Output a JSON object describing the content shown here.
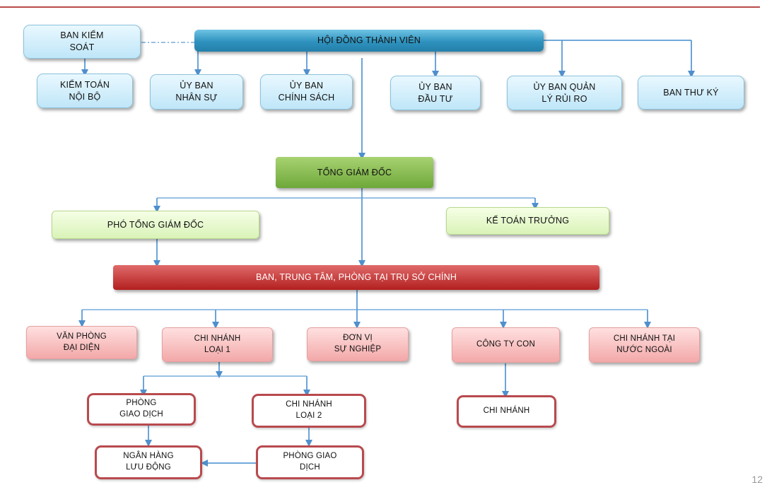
{
  "boxes": {
    "ban_kiem_soat": "BAN KIỂM\nSOÁT",
    "hoi_dong_thanh_vien": "HỘI ĐỒNG THÀNH VIÊN",
    "kiem_toan_noi_bo": "KIỂM TOÁN\nNỘI BỘ",
    "uy_ban_nhan_su": "ỦY BAN\nNHÂN SỰ",
    "uy_ban_chinh_sach": "ỦY BAN\nCHÍNH SÁCH",
    "uy_ban_dau_tu": "ỦY BAN\nĐẦU TƯ",
    "uy_ban_quan_ly_rui_ro": "ỦY BAN QUẢN\nLÝ RỦI RO",
    "ban_thu_ky": "BAN THƯ KÝ",
    "tong_giam_doc": "TỔNG GIÁM ĐỐC",
    "pho_tong_giam_doc": "PHÓ TỔNG GIÁM ĐỐC",
    "ke_toan_truong": "KẾ TOÁN TRƯỞNG",
    "ban_trung_tam": "BAN, TRUNG TÂM, PHÒNG TẠI TRỤ SỞ CHÍNH",
    "van_phong_dai_dien": "VĂN PHÒNG\nĐẠI DIỆN",
    "chi_nhanh_loai_1": "CHI NHÁNH\nLOẠI 1",
    "don_vi_su_nghiep": "ĐƠN VỊ\nSỰ NGHIỆP",
    "cong_ty_con": "CÔNG TY CON",
    "chi_nhanh_nuoc_ngoai": "CHI NHÁNH TẠI\nNƯỚC NGOÀI",
    "phong_giao_dich_1": "PHÒNG\nGIAO DỊCH",
    "chi_nhanh_loai_2": "CHI NHÁNH\nLOẠI 2",
    "chi_nhanh": "CHI NHÁNH",
    "ngan_hang_luu_dong": "NGÂN HÀNG\nLƯU ĐỘNG",
    "phong_giao_dich_2": "PHÒNG GIAO\nDỊCH"
  },
  "page_number": "12",
  "colors": {
    "accent_line": "#b94a48",
    "connector": "#5b9bd5"
  }
}
